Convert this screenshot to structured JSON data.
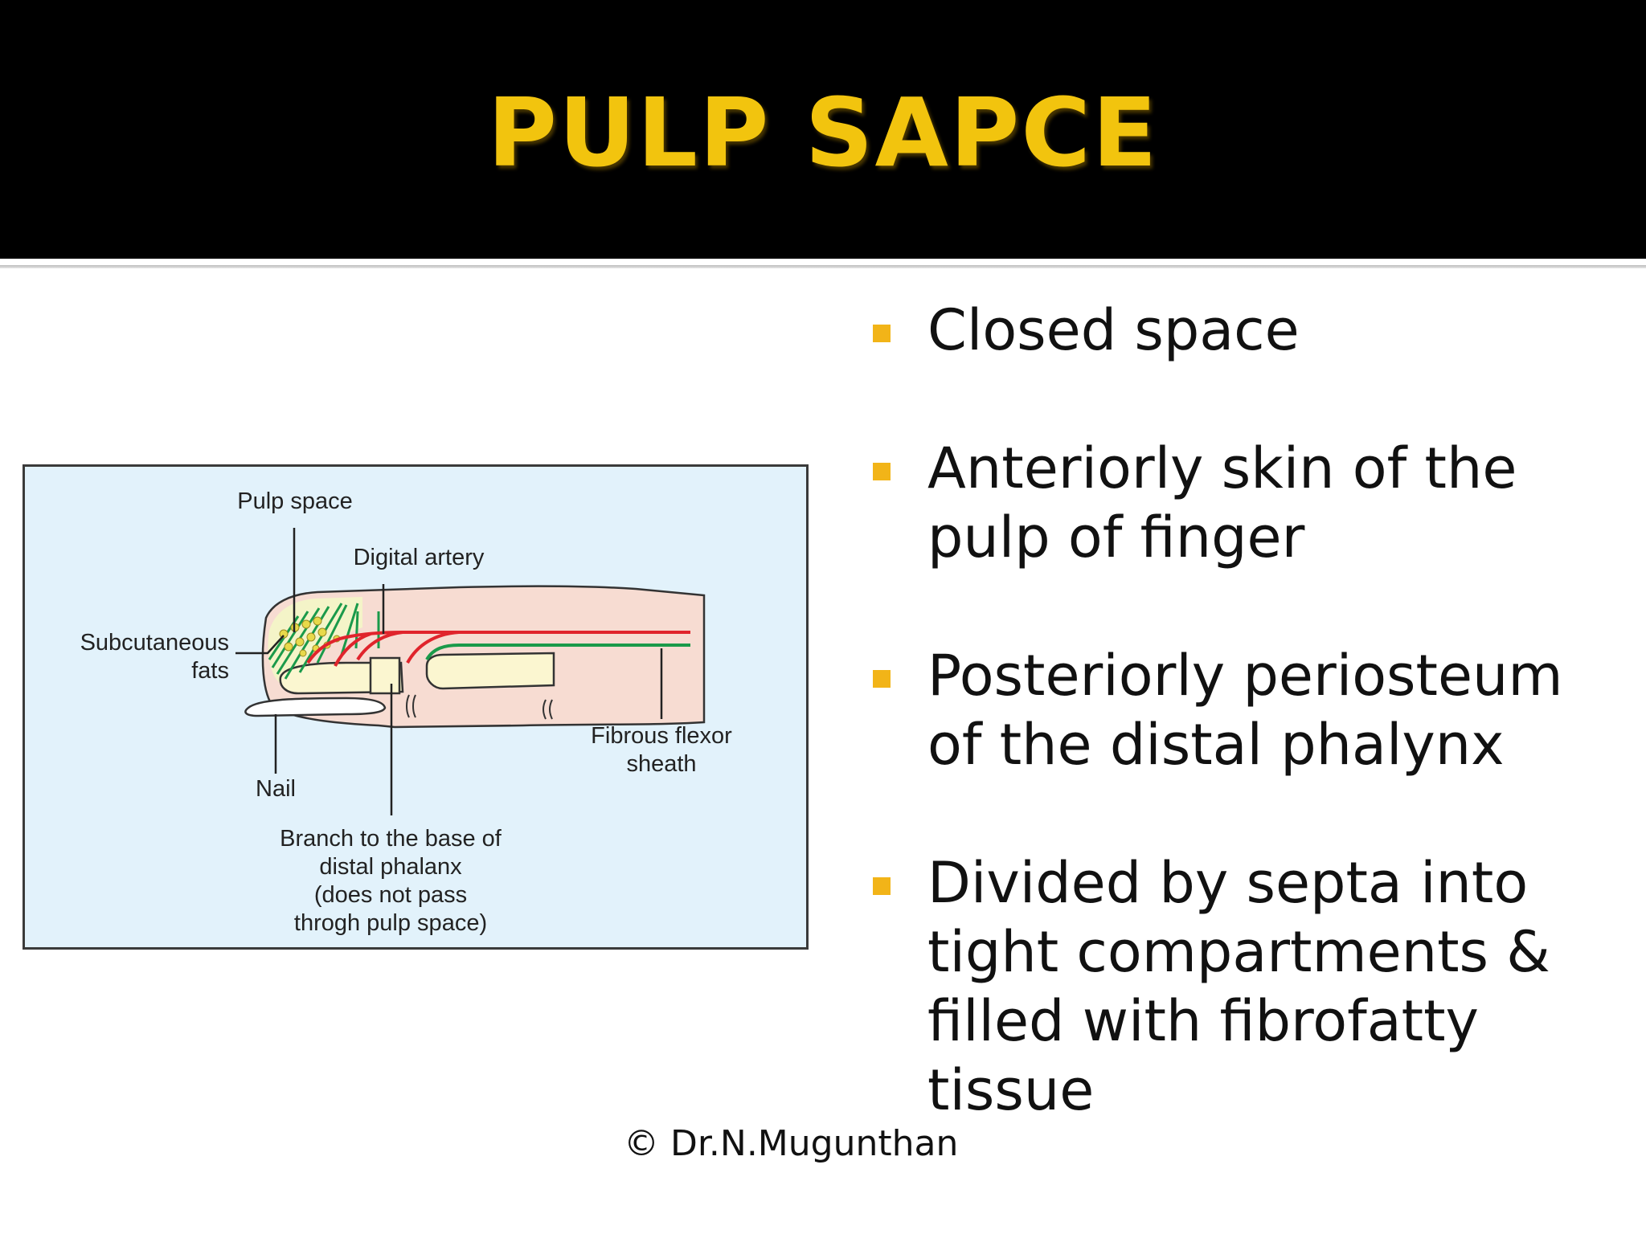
{
  "slide": {
    "title": "PULP SAPCE",
    "copyright": "© Dr.N.Mugunthan"
  },
  "colors": {
    "title_bar": "#000000",
    "title_text": "#f2c40e",
    "bullet_marker": "#f2b418",
    "figure_background": "#e2f2fb",
    "finger_skin": "#f7dcd2",
    "artery_red": "#e0242c",
    "sheath_green": "#1a9a4a"
  },
  "bullets": [
    "Closed space",
    "Anteriorly skin of the pulp of finger",
    "Posteriorly periosteum of the distal phalynx",
    "Divided by septa into tight compartments & filled with fibrofatty tissue"
  ],
  "figure": {
    "labels": {
      "pulp_space": "Pulp space",
      "digital_artery": "Digital artery",
      "subcutaneous_fats": "Subcutaneous\nfats",
      "nail": "Nail",
      "fibrous_flexor_sheath": "Fibrous flexor\nsheath",
      "branch_to_base": "Branch to the base of\ndistal phalanx\n(does not pass\nthrogh pulp space)"
    }
  }
}
